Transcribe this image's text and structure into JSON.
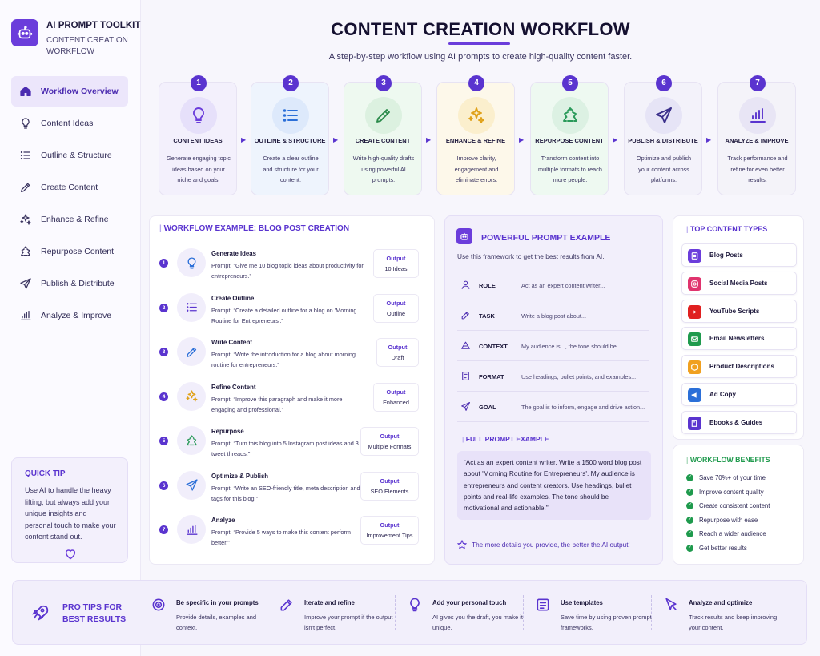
{
  "brand": {
    "title": "AI PROMPT TOOLKIT",
    "subtitle": "CONTENT CREATION WORKFLOW"
  },
  "nav": [
    {
      "label": "Workflow Overview",
      "icon": "home-icon",
      "active": true
    },
    {
      "label": "Content Ideas",
      "icon": "lightbulb-icon"
    },
    {
      "label": "Outline & Structure",
      "icon": "list-icon"
    },
    {
      "label": "Create Content",
      "icon": "pen-icon"
    },
    {
      "label": "Enhance & Refine",
      "icon": "sparkle-icon"
    },
    {
      "label": "Repurpose Content",
      "icon": "recycle-icon"
    },
    {
      "label": "Publish & Distribute",
      "icon": "send-icon"
    },
    {
      "label": "Analyze & Improve",
      "icon": "chart-icon"
    }
  ],
  "quick_tip": {
    "title": "QUICK TIP",
    "text": "Use AI to handle the heavy lifting, but always add your unique insights and personal touch to make your content stand out."
  },
  "header": {
    "title": "CONTENT CREATION WORKFLOW",
    "subtitle": "A step-by-step workflow using AI prompts to create high-quality content faster."
  },
  "steps": [
    {
      "num": "1",
      "title": "CONTENT IDEAS",
      "desc": "Generate engaging topic ideas based on your niche and goals.",
      "bg": "#f3f0fc",
      "iconbg": "#e6e0fa",
      "color": "#6b3ddb",
      "icon": "lightbulb-icon"
    },
    {
      "num": "2",
      "title": "OUTLINE & STRUCTURE",
      "desc": "Create a clear outline and structure for your content.",
      "bg": "#eef4fd",
      "iconbg": "#dde9fb",
      "color": "#2b6fd8",
      "icon": "list-icon"
    },
    {
      "num": "3",
      "title": "CREATE CONTENT",
      "desc": "Write high-quality drafts using powerful AI prompts.",
      "bg": "#eef9f0",
      "iconbg": "#dcf1e0",
      "color": "#2a8a4a",
      "icon": "pen-icon"
    },
    {
      "num": "4",
      "title": "ENHANCE & REFINE",
      "desc": "Improve clarity, engagement and eliminate errors.",
      "bg": "#fdf8ea",
      "iconbg": "#fbefcd",
      "color": "#e0a21a",
      "icon": "sparkle-icon"
    },
    {
      "num": "5",
      "title": "REPURPOSE CONTENT",
      "desc": "Transform content into multiple formats to reach more people.",
      "bg": "#eef9f1",
      "iconbg": "#dcf1e3",
      "color": "#2a9a5a",
      "icon": "recycle-icon"
    },
    {
      "num": "6",
      "title": "PUBLISH & DISTRIBUTE",
      "desc": "Optimize and publish your content across platforms.",
      "bg": "#f3f2fa",
      "iconbg": "#e6e4f6",
      "color": "#3a2f8a",
      "icon": "send-icon"
    },
    {
      "num": "7",
      "title": "ANALYZE & IMPROVE",
      "desc": "Track performance and refine for even better results.",
      "bg": "#f4f3f9",
      "iconbg": "#e8e5f5",
      "color": "#5a34cf",
      "icon": "chart-icon"
    }
  ],
  "example": {
    "title": "WORKFLOW EXAMPLE: BLOG POST CREATION",
    "output_label": "Output",
    "rows": [
      {
        "num": "1",
        "name": "Generate Ideas",
        "prompt": "Prompt: “Give me 10 blog topic ideas about productivity for entrepreneurs.”",
        "output": "10 Ideas",
        "icon": "lightbulb-icon",
        "color": "#2b6fd8"
      },
      {
        "num": "2",
        "name": "Create Outline",
        "prompt": "Prompt: “Create a detailed outline for a blog on 'Morning Routine for Entrepreneurs'.”",
        "output": "Outline",
        "icon": "list-icon",
        "color": "#5a34cf"
      },
      {
        "num": "3",
        "name": "Write Content",
        "prompt": "Prompt: “Write the introduction for a blog about morning routine for entrepreneurs.”",
        "output": "Draft",
        "icon": "pen-icon",
        "color": "#2b6fd8"
      },
      {
        "num": "4",
        "name": "Refine Content",
        "prompt": "Prompt: “Improve this paragraph and make it more engaging and professional.”",
        "output": "Enhanced",
        "icon": "sparkle-icon",
        "color": "#e0a21a"
      },
      {
        "num": "5",
        "name": "Repurpose",
        "prompt": "Prompt: “Turn this blog into 5 Instagram post ideas and 3 tweet threads.”",
        "output": "Multiple Formats",
        "icon": "recycle-icon",
        "color": "#2a9a5a"
      },
      {
        "num": "6",
        "name": "Optimize & Publish",
        "prompt": "Prompt: “Write an SEO-friendly title, meta description and tags for this blog.”",
        "output": "SEO Elements",
        "icon": "send-icon",
        "color": "#2b6fd8"
      },
      {
        "num": "7",
        "name": "Analyze",
        "prompt": "Prompt: “Provide 5 ways to make this content perform better.”",
        "output": "Improvement Tips",
        "icon": "chart-icon",
        "color": "#5a34cf"
      }
    ]
  },
  "powerful": {
    "title": "POWERFUL PROMPT EXAMPLE",
    "subtitle": "Use this framework to get the best results from AI.",
    "rows": [
      {
        "key": "ROLE",
        "value": "Act as an expert content writer...",
        "icon": "user-icon"
      },
      {
        "key": "TASK",
        "value": "Write a blog post about...",
        "icon": "edit-icon"
      },
      {
        "key": "CONTEXT",
        "value": "My audience is..., the tone should be...",
        "icon": "triangle-icon"
      },
      {
        "key": "FORMAT",
        "value": "Use headings, bullet points, and examples...",
        "icon": "document-icon"
      },
      {
        "key": "GOAL",
        "value": "The goal is to inform, engage and drive action...",
        "icon": "send-icon"
      }
    ],
    "full_title": "FULL PROMPT EXAMPLE",
    "full_text": "“Act as an expert content writer. Write a 1500 word blog post about 'Morning Routine for Entrepreneurs'. My audience is entrepreneurs and content creators. Use headings, bullet points and real-life examples. The tone should be motivational and actionable.”",
    "footer": "The more details you provide, the better the AI output!"
  },
  "top_types": {
    "title": "TOP CONTENT TYPES",
    "items": [
      {
        "label": "Blog Posts",
        "icon": "blog-icon",
        "color": "#6b3ddb"
      },
      {
        "label": "Social Media Posts",
        "icon": "instagram-icon",
        "color": "#e0336e"
      },
      {
        "label": "YouTube Scripts",
        "icon": "youtube-icon",
        "color": "#e02020"
      },
      {
        "label": "Email Newsletters",
        "icon": "email-icon",
        "color": "#1f9a4d"
      },
      {
        "label": "Product Descriptions",
        "icon": "box-icon",
        "color": "#f0a020"
      },
      {
        "label": "Ad Copy",
        "icon": "megaphone-icon",
        "color": "#2b6fd8"
      },
      {
        "label": "Ebooks & Guides",
        "icon": "book-icon",
        "color": "#5a34cf"
      }
    ]
  },
  "benefits": {
    "title": "WORKFLOW BENEFITS",
    "items": [
      "Save 70%+ of your time",
      "Improve content quality",
      "Create consistent content",
      "Repurpose with ease",
      "Reach a wider audience",
      "Get better results"
    ]
  },
  "pro_tips": {
    "title_line1": "PRO TIPS FOR",
    "title_line2": "BEST RESULTS",
    "items": [
      {
        "title": "Be specific in your prompts",
        "desc": "Provide details, examples and context.",
        "icon": "target-icon"
      },
      {
        "title": "Iterate and refine",
        "desc": "Improve your prompt if the output isn't perfect.",
        "icon": "edit-icon"
      },
      {
        "title": "Add your personal touch",
        "desc": "AI gives you the draft, you make it unique.",
        "icon": "lightbulb-icon"
      },
      {
        "title": "Use templates",
        "desc": "Save time by using proven prompt frameworks.",
        "icon": "template-icon"
      },
      {
        "title": "Analyze and optimize",
        "desc": "Track results and keep improving your content.",
        "icon": "cursor-icon"
      }
    ]
  }
}
